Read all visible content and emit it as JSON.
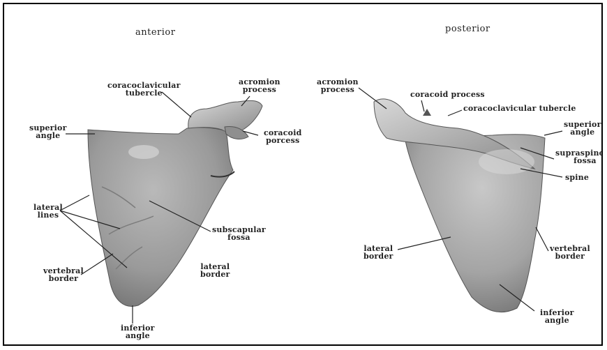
{
  "views": {
    "anterior": {
      "title": "anterior",
      "labels": {
        "acromion": "acromion\nprocess",
        "coracoclavicular": "coracoclavicular\ntubercle",
        "superior_angle": "superior\nangle",
        "coracoid": "coracoid\nporcess",
        "lateral_lines": "lateral\nlines",
        "subscapular": "subscapular\nfossa",
        "vertebral_border": "vertebral\nborder",
        "lateral_border": "lateral\nborder",
        "inferior_angle": "inferior\nangle"
      }
    },
    "posterior": {
      "title": "posterior",
      "labels": {
        "acromion": "acromion\nprocess",
        "coracoid": "coracoid process",
        "coracoclavicular": "coracoclavicular tubercle",
        "superior_angle": "superior\nangle",
        "supraspinous": "supraspinous\nfossa",
        "spine": "spine",
        "lateral_border": "lateral\nborder",
        "vertebral_border": "vertebral\nborder",
        "inferior_angle": "inferior\nangle"
      }
    }
  }
}
